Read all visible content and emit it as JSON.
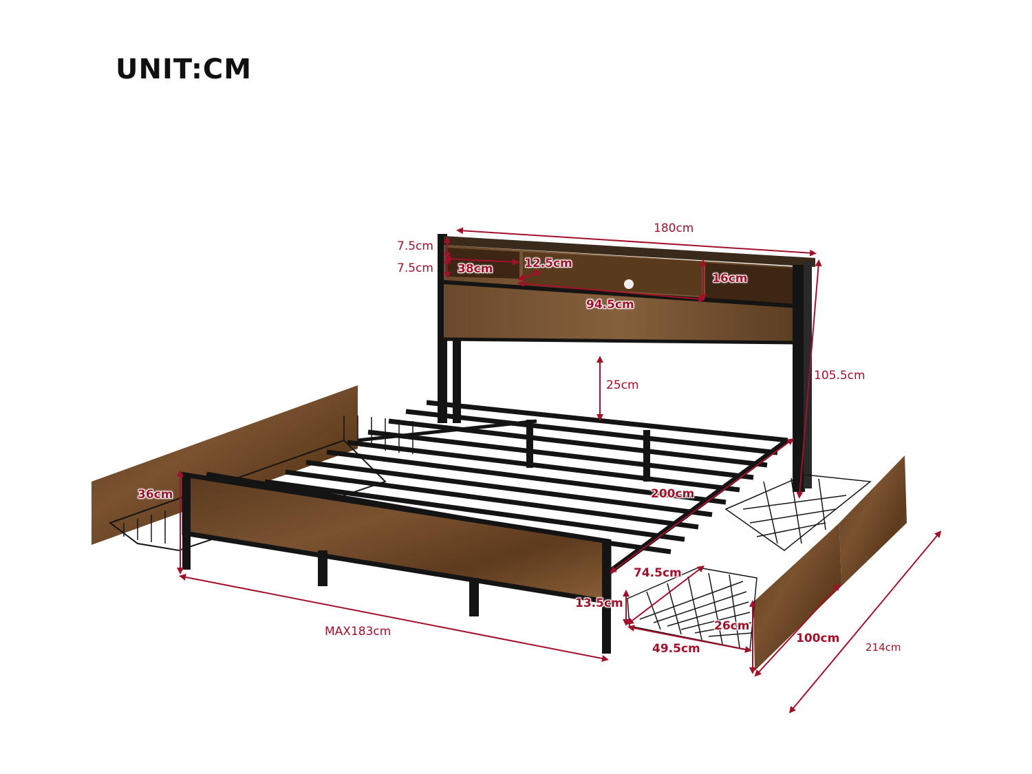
{
  "header": {
    "unit_label": "UNIT:CM"
  },
  "colors": {
    "dimension": "#a3102a",
    "wood": "#6b4423",
    "wood_dark": "#4a2e17",
    "frame": "#141414"
  },
  "dimensions": {
    "headboard_width": "180cm",
    "shelf_top_height": "7.5cm",
    "shelf_bottom_height": "7.5cm",
    "side_shelf_width": "38cm",
    "shelf_depth": "12.5cm",
    "center_shelf_height": "16cm",
    "center_shelf_width": "94.5cm",
    "total_height": "105.5cm",
    "under_headboard_clearance": "25cm",
    "bed_length": "200cm",
    "footboard_height": "36cm",
    "bed_width": "MAX183cm",
    "drawer_length": "74.5cm",
    "drawer_basket_height": "13.5cm",
    "drawer_front_height": "26cm",
    "drawer_width": "49.5cm",
    "drawer_front_length": "100cm",
    "total_length": "214cm"
  }
}
